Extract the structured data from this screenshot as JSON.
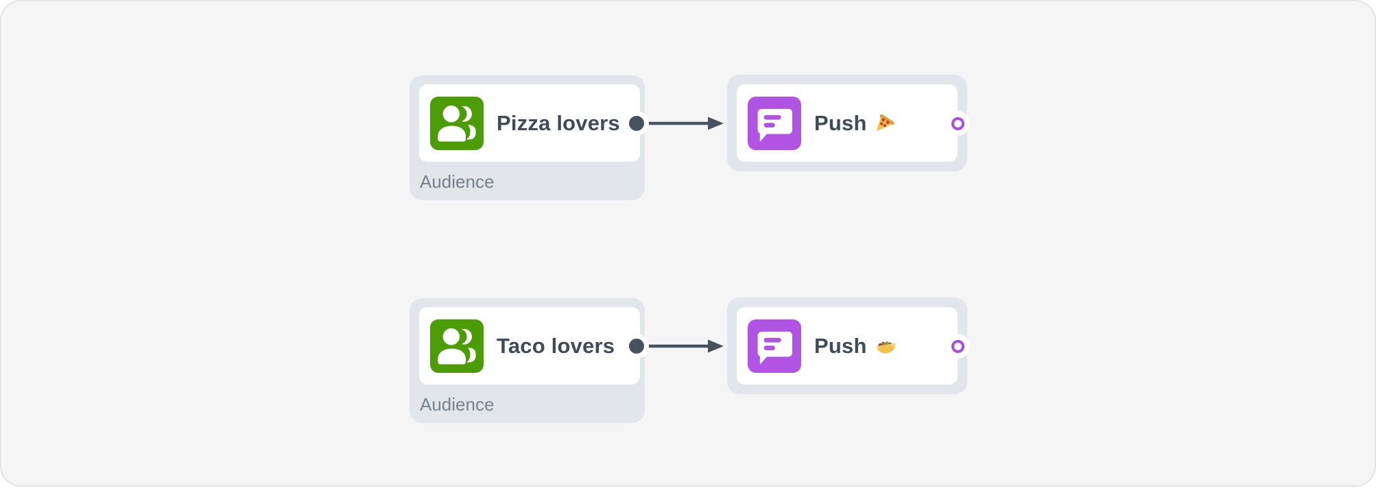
{
  "app": {
    "view": "journey-flow-canvas",
    "colors": {
      "canvas_bg": "#f5f5f6",
      "node_shell": "#e2e5e9",
      "card_bg": "#ffffff",
      "title_text": "#3f4b58",
      "muted_text": "#76818f",
      "edge": "#47525f",
      "audience_icon": "#4c9c06",
      "push_icon": "#b153e3",
      "target_port_ring": "#a74fe2"
    }
  },
  "flow": {
    "rows": [
      {
        "source": {
          "title": "Pizza lovers",
          "type_label": "Audience",
          "icon": "people-icon",
          "port": "output-dot"
        },
        "edge": {
          "kind": "arrow",
          "direction": "right"
        },
        "target": {
          "title": "Push",
          "emoji": "🍕",
          "emoji_name": "pizza",
          "icon": "chat-message-icon",
          "port": "output-ring"
        }
      },
      {
        "source": {
          "title": "Taco lovers",
          "type_label": "Audience",
          "icon": "people-icon",
          "port": "output-dot"
        },
        "edge": {
          "kind": "arrow",
          "direction": "right"
        },
        "target": {
          "title": "Push",
          "emoji": "🌮",
          "emoji_name": "taco",
          "icon": "chat-message-icon",
          "port": "output-ring"
        }
      }
    ]
  }
}
